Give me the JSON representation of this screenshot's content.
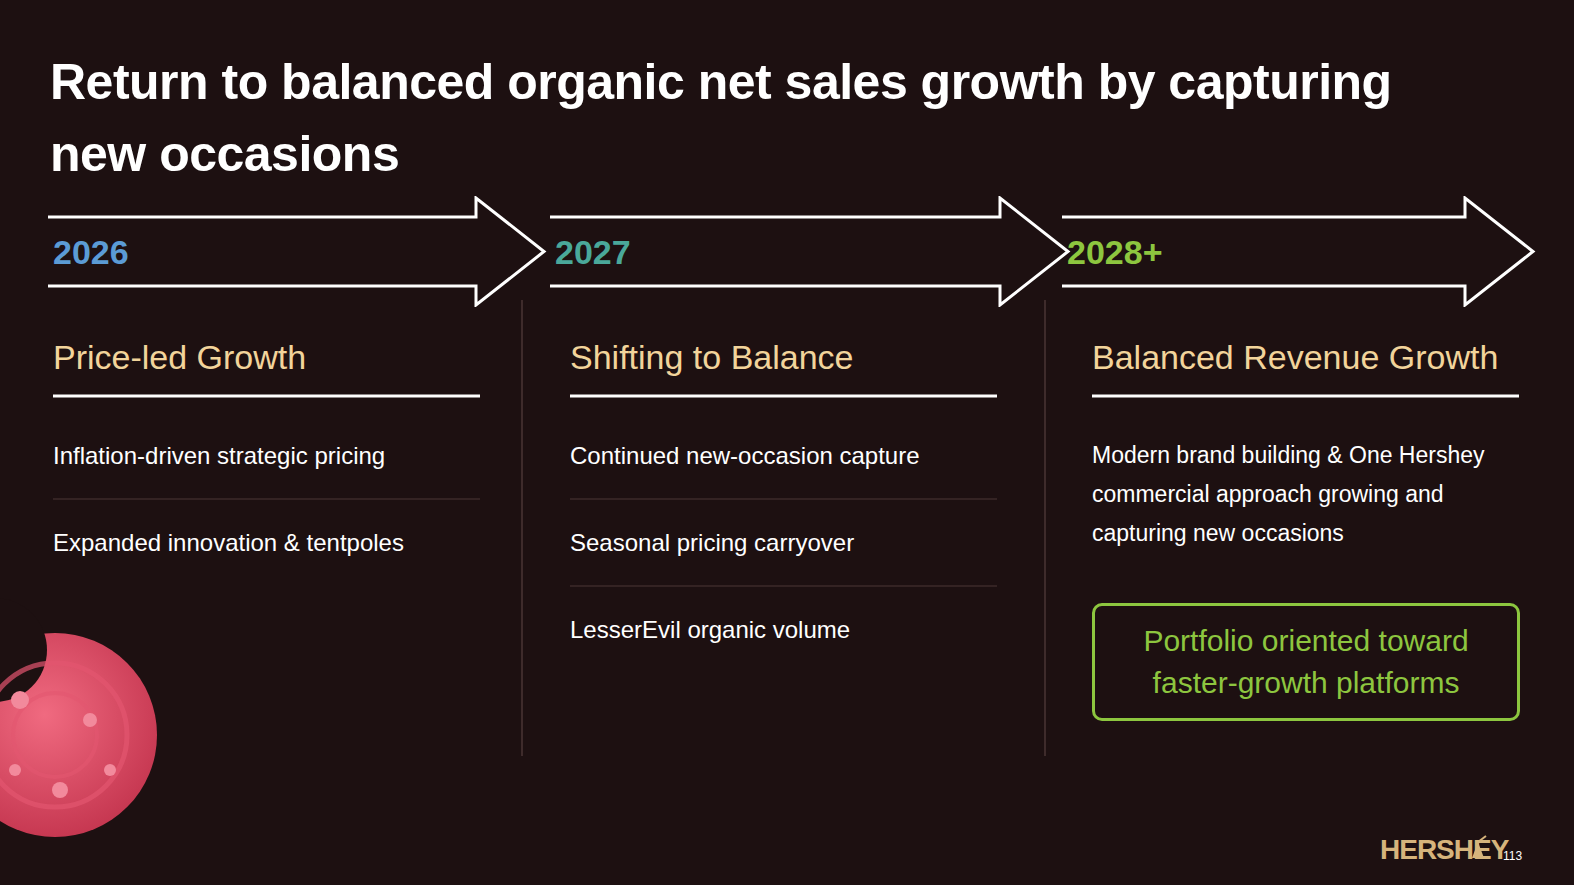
{
  "diagram": {
    "title": "Return to balanced organic net sales growth by capturing new occasions",
    "nodes": [
      {
        "text": [
          "2026"
        ]
      },
      {
        "text": [
          "2027"
        ]
      },
      {
        "text": [
          "2028+"
        ]
      },
      {
        "text": [
          "Portfolio oriented toward faster-growth platforms"
        ]
      }
    ],
    "labels": [
      "Price-led Growth",
      "Inflation-driven strategic pricing",
      "Expanded innovation & tentpoles",
      "Shifting to Balance",
      "Continued new-occasion capture",
      "Seasonal pricing carryover",
      "LesserEvil organic volume",
      "Balanced Revenue Growth",
      "Modern brand building & One Hershey commercial approach growing and capturing new occasions",
      "HERSHEY",
      "113"
    ]
  }
}
